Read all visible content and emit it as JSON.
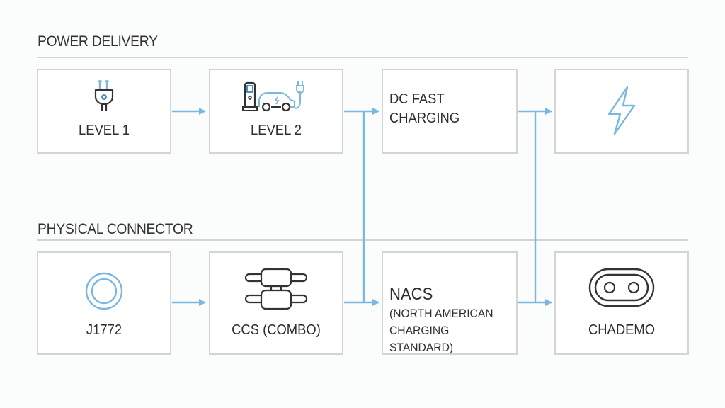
{
  "colors": {
    "accent": "#7bb8e0",
    "border": "#d4d4d4",
    "text": "#2e2e2e"
  },
  "sections": {
    "power": {
      "title": "POWER DELIVERY",
      "nodes": [
        {
          "label": "LEVEL 1",
          "icon": "plug-icon"
        },
        {
          "label": "LEVEL 2",
          "icon": "ev-charger-car-icon"
        },
        {
          "label_lines": [
            "DC FAST",
            "CHARGING"
          ],
          "icon": null
        },
        {
          "label": "",
          "icon": "lightning-bolt-icon"
        }
      ]
    },
    "connector": {
      "title": "PHYSICAL CONNECTOR",
      "nodes": [
        {
          "label": "J1772",
          "icon": "ring-connector-icon"
        },
        {
          "label": "CCS (COMBO)",
          "icon": "ccs-combo-connector-icon"
        },
        {
          "title": "NACS",
          "subtitle_lines": [
            "(NORTH AMERICAN",
            "CHARGING STANDARD)"
          ],
          "icon": null
        },
        {
          "label": "CHADEMO",
          "icon": "chademo-connector-icon"
        }
      ]
    }
  },
  "edges": [
    {
      "from": "LEVEL 1",
      "to": "LEVEL 2"
    },
    {
      "from": "LEVEL 2",
      "to": "DC FAST CHARGING"
    },
    {
      "from": "LEVEL 2",
      "to": "NACS"
    },
    {
      "from": "DC FAST CHARGING",
      "to": "lightning"
    },
    {
      "from": "DC FAST CHARGING",
      "to": "CHADEMO"
    },
    {
      "from": "J1772",
      "to": "CCS (COMBO)"
    },
    {
      "from": "CCS (COMBO)",
      "to": "NACS"
    },
    {
      "from": "NACS",
      "to": "CHADEMO"
    }
  ]
}
